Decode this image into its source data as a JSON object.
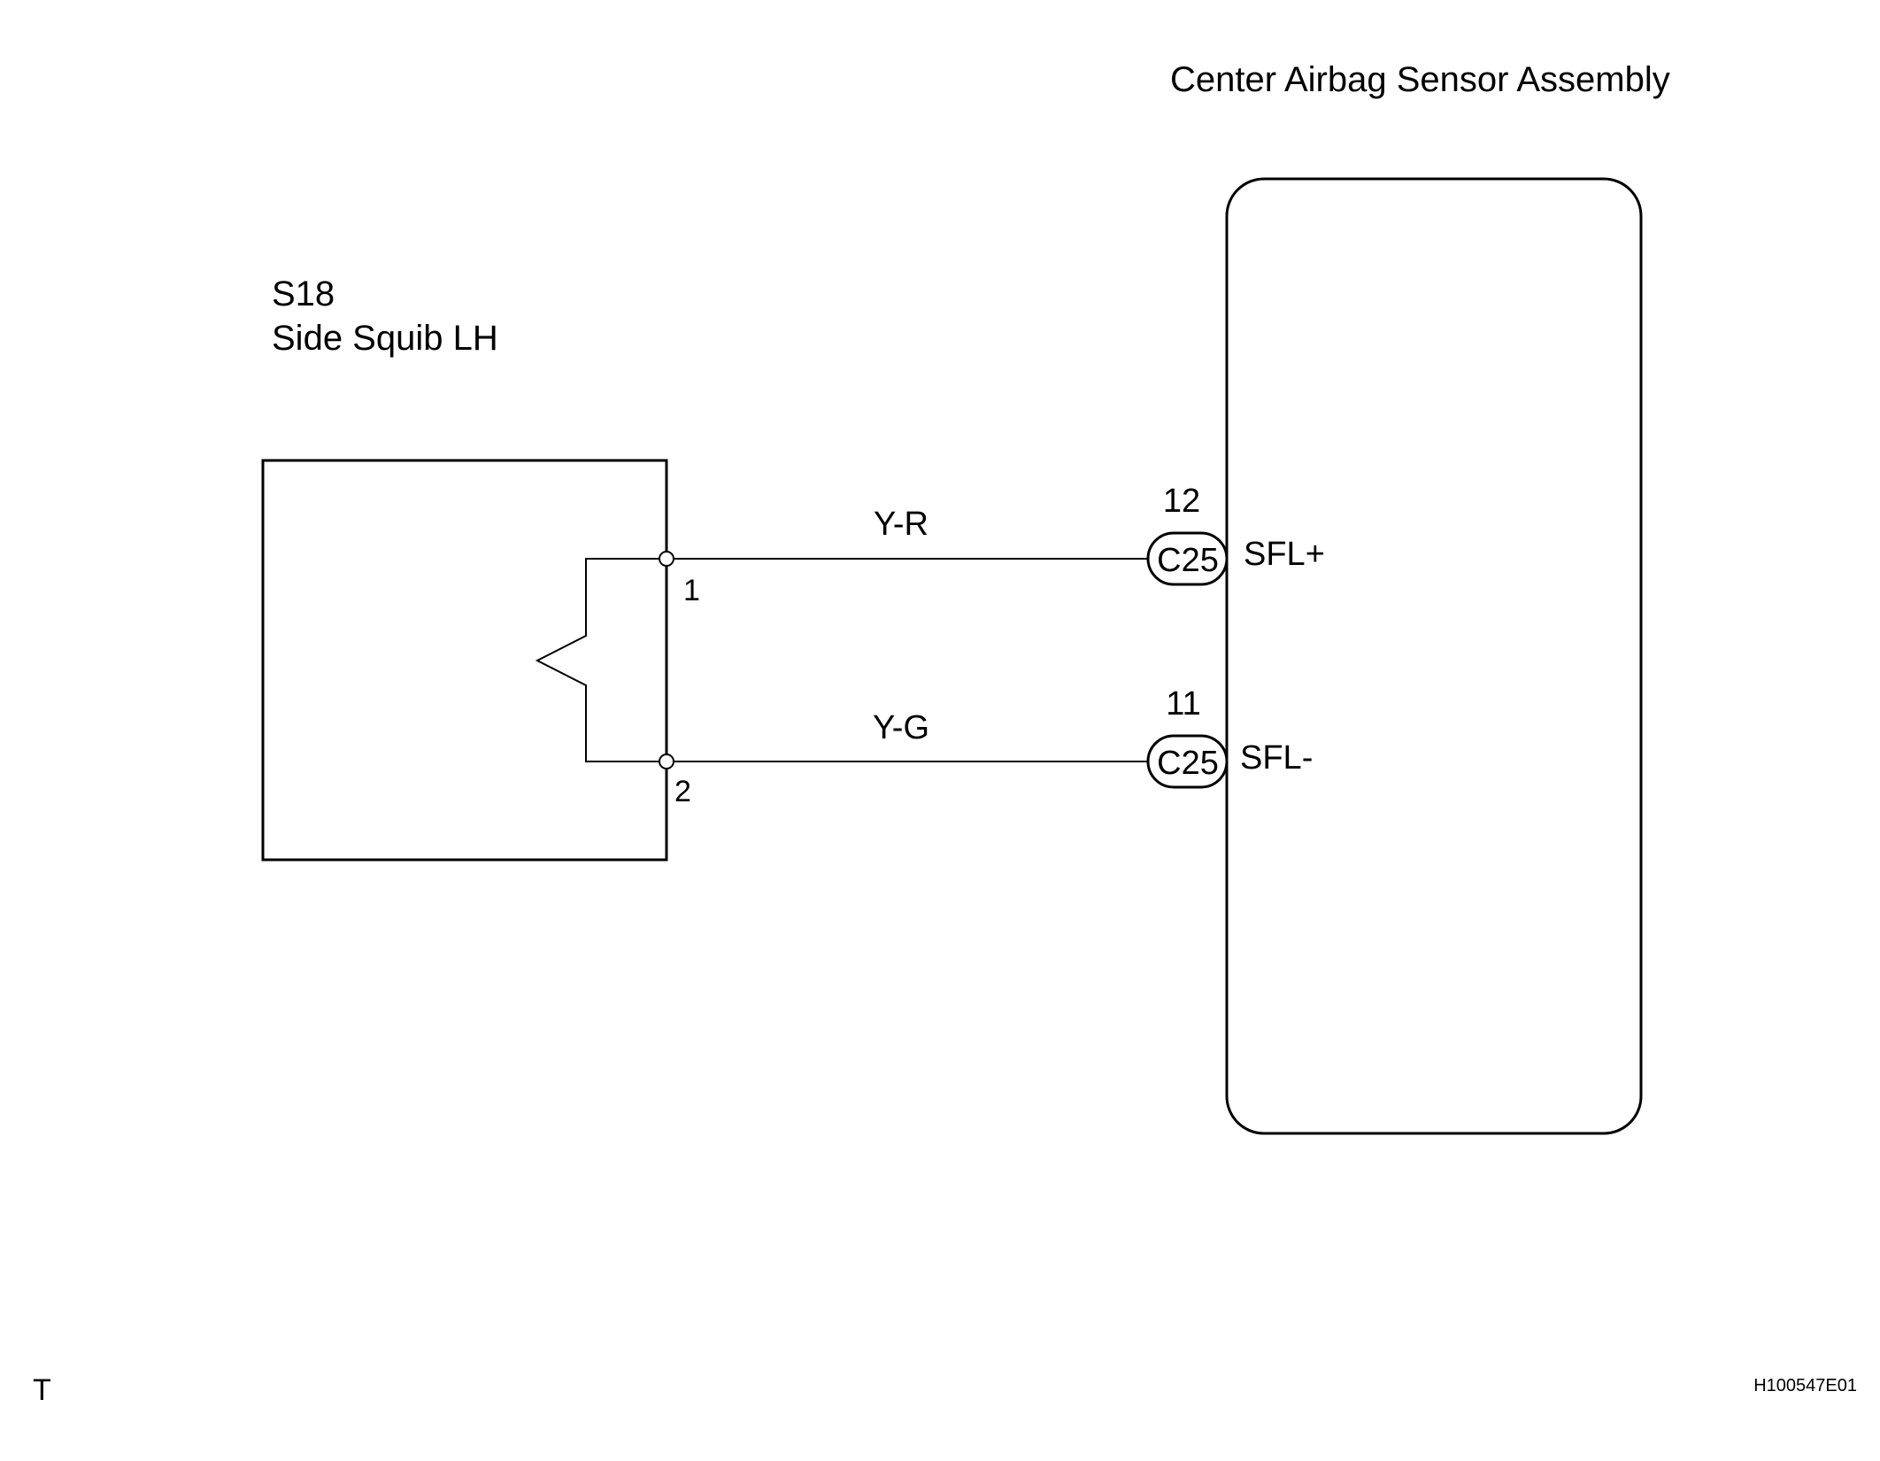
{
  "ecu": {
    "title": "Center Airbag Sensor Assembly"
  },
  "component": {
    "code": "S18",
    "name": "Side Squib LH"
  },
  "wires": [
    {
      "color_code": "Y-R",
      "component_pin": "1",
      "connector": "C25",
      "ecu_pin": "12",
      "signal": "SFL+"
    },
    {
      "color_code": "Y-G",
      "component_pin": "2",
      "connector": "C25",
      "ecu_pin": "11",
      "signal": "SFL-"
    }
  ],
  "footer": {
    "corner_mark": "T",
    "figure_id": "H100547E01"
  }
}
